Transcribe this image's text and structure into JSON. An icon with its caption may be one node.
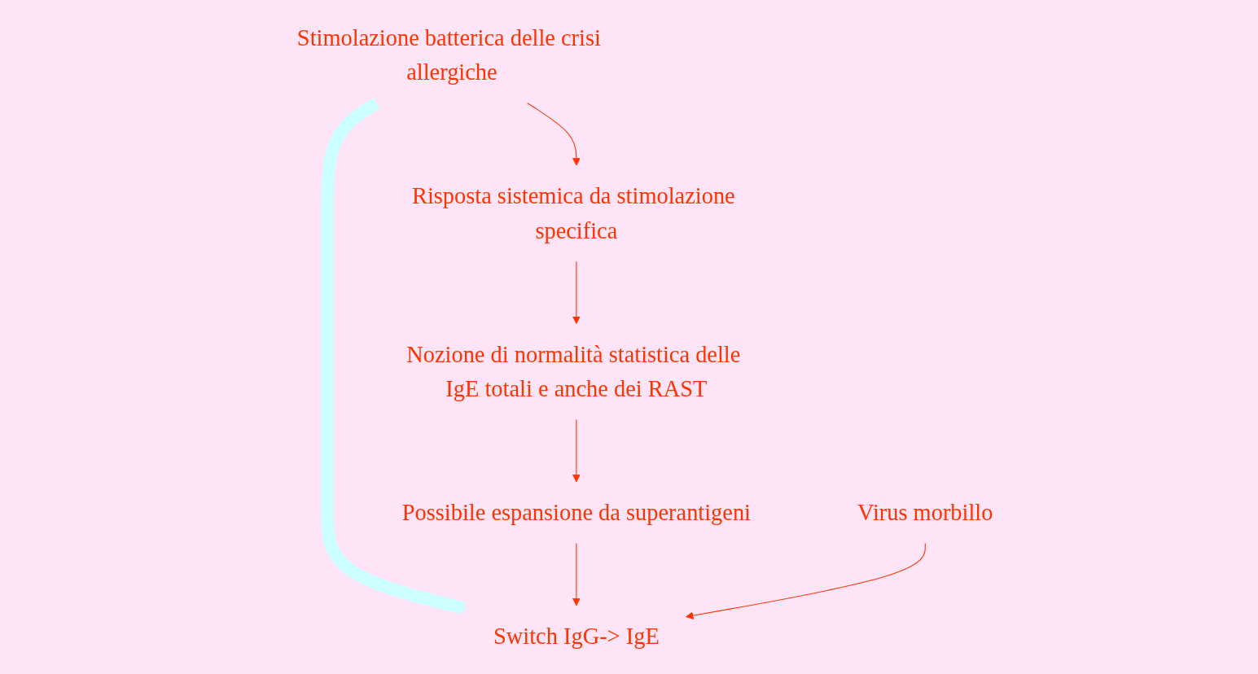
{
  "diagram": {
    "nodes": [
      {
        "text": [
          "Switch IgG-> IgE"
        ]
      },
      {
        "text": [
          "Stimolazione batterica delle crisi allergiche"
        ]
      },
      {
        "text": [
          "Possibile espansione da superantigeni"
        ]
      },
      {
        "text": [
          "Virus morbillo"
        ]
      },
      {
        "text": [
          "Risposta sistemica da stimolazione specifica"
        ]
      },
      {
        "text": [
          "Nozione di normalità statistica delle IgE totali e anche dei RAST"
        ]
      }
    ],
    "edges": [
      {
        "from": 1,
        "to": 0,
        "arrow": "to",
        "style": "thick",
        "color": "#ccffff"
      },
      {
        "from": 2,
        "to": 0,
        "arrow": "to"
      },
      {
        "from": 3,
        "to": 0,
        "arrow": "to"
      },
      {
        "from": 1,
        "to": 4,
        "arrow": "to"
      },
      {
        "from": 4,
        "to": 5,
        "arrow": "to"
      },
      {
        "from": 5,
        "to": 2,
        "arrow": "to"
      }
    ]
  }
}
